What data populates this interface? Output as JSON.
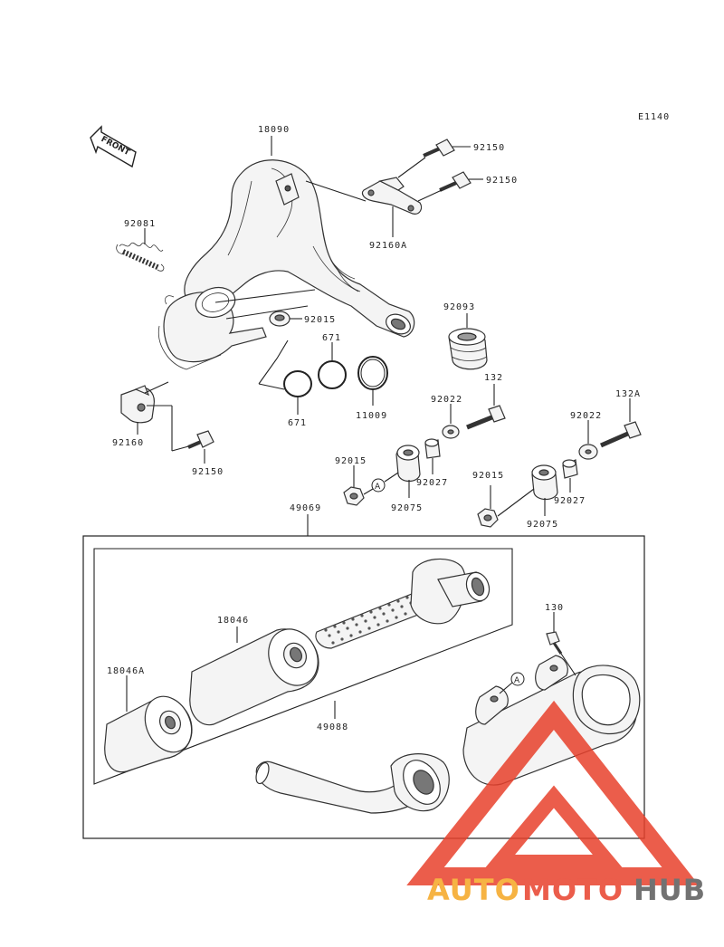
{
  "diagram_code": "E1140",
  "front_label": "FRONT",
  "callouts": {
    "p18090": "18090",
    "p92150_a": "92150",
    "p92150_b": "92150",
    "p92160a": "92160A",
    "p92081": "92081",
    "p92015_a": "92015",
    "p92093": "92093",
    "p671_a": "671",
    "p671_b": "671",
    "p11009": "11009",
    "p92160": "92160",
    "p92150_c": "92150",
    "p132": "132",
    "p92022_a": "92022",
    "p132a": "132A",
    "p92022_b": "92022",
    "p92015_b": "92015",
    "p92027_a": "92027",
    "p92075_a": "92075",
    "p92015_c": "92015",
    "p92027_b": "92027",
    "p92075_b": "92075",
    "p49069": "49069",
    "p18046": "18046",
    "p18046a": "18046A",
    "p49088": "49088",
    "p130": "130"
  },
  "reference_marks": {
    "a1": "A",
    "a2": "A"
  },
  "watermark": {
    "auto": "AUTO",
    "moto": "MOTO",
    "hub": "HUB",
    "color_orange": "#f5a623",
    "color_red": "#e8412c",
    "color_gray": "#5a5a5a"
  }
}
